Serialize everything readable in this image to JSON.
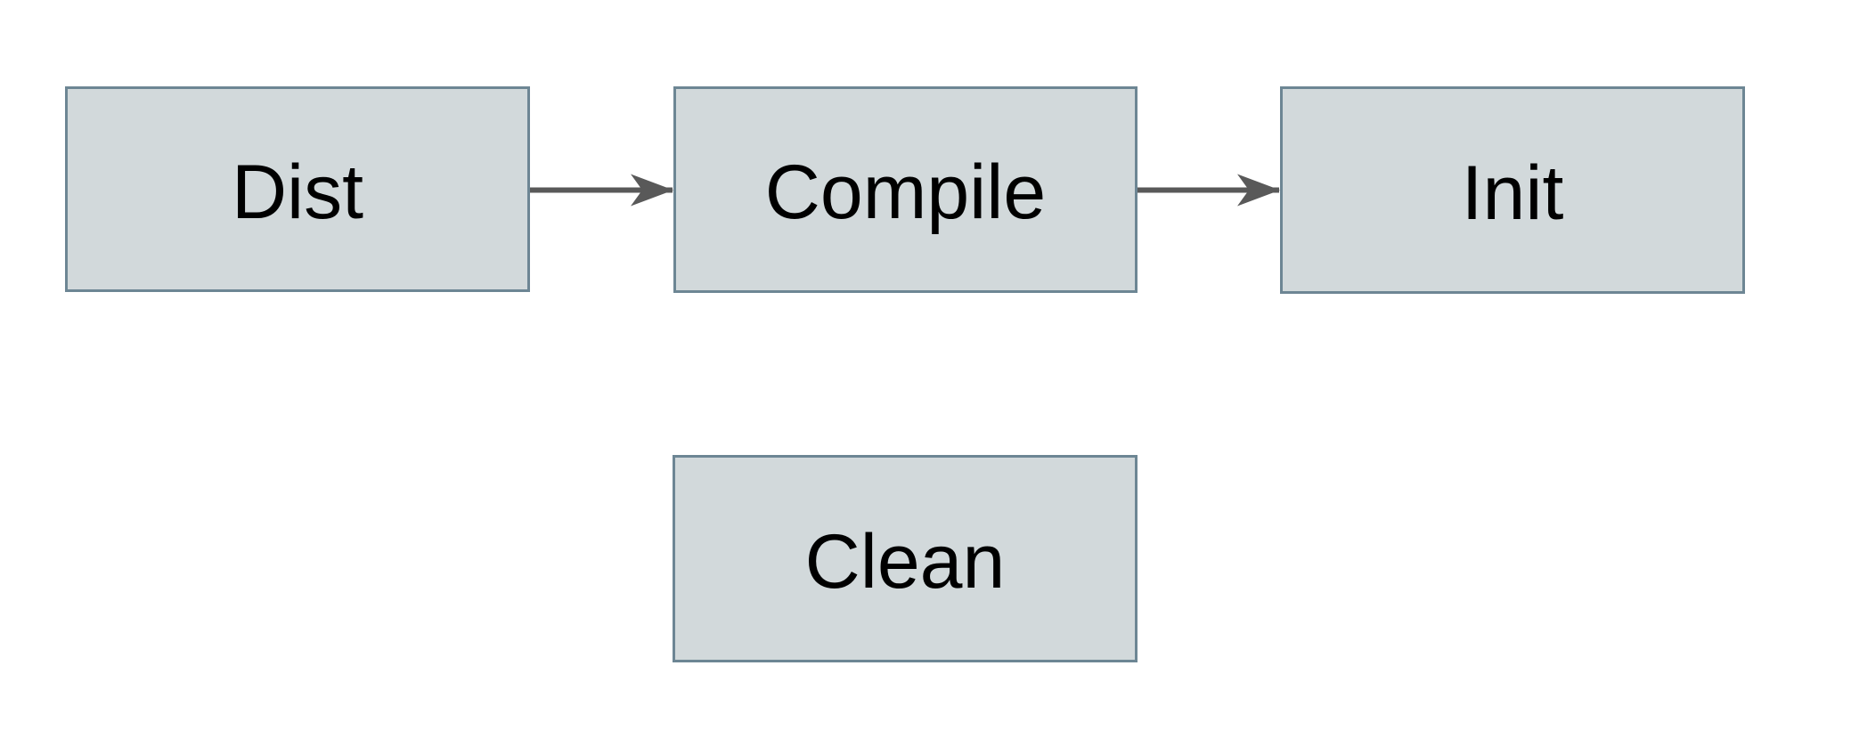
{
  "diagram": {
    "description": "Flowchart of build targets: Dist points to Compile, Compile points to Init; Clean stands alone below Compile.",
    "nodes": [
      {
        "id": "dist",
        "label": "Dist"
      },
      {
        "id": "compile",
        "label": "Compile"
      },
      {
        "id": "init",
        "label": "Init"
      },
      {
        "id": "clean",
        "label": "Clean"
      }
    ],
    "edges": [
      {
        "from": "dist",
        "to": "compile",
        "direction": "right"
      },
      {
        "from": "compile",
        "to": "init",
        "direction": "right"
      }
    ],
    "colors": {
      "node_fill": "#d2d9db",
      "node_border": "#6d8694",
      "arrow": "#595959",
      "label_text": "#000000",
      "canvas_background": "#ffffff"
    }
  }
}
